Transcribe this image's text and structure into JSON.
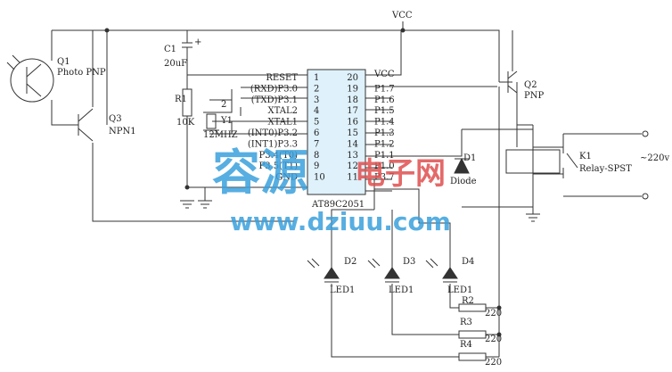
{
  "schematic": {
    "vcc": "VCC",
    "q1": {
      "ref": "Q1",
      "type": "Photo PNP"
    },
    "q2": {
      "ref": "Q2",
      "type": "PNP"
    },
    "q3": {
      "ref": "Q3",
      "type": "NPN1"
    },
    "c1": {
      "ref": "C1",
      "value": "20uF",
      "polarity": "+"
    },
    "r1": {
      "ref": "R1",
      "value": "10K"
    },
    "y1": {
      "ref": "Y1",
      "value": "12MHZ",
      "pin": "2"
    },
    "d1": {
      "ref": "D1",
      "type": "Diode"
    },
    "k1": {
      "ref": "K1",
      "type": "Relay-SPST",
      "supply": "~220v"
    },
    "leds": [
      {
        "ref": "D2",
        "type": "LED1"
      },
      {
        "ref": "D3",
        "type": "LED1"
      },
      {
        "ref": "D4",
        "type": "LED1"
      }
    ],
    "resistors": [
      {
        "ref": "R2",
        "value": "220"
      },
      {
        "ref": "R3",
        "value": "220"
      },
      {
        "ref": "R4",
        "value": "220"
      }
    ],
    "mcu": {
      "name": "AT89C2051",
      "left_pins": [
        {
          "num": "1",
          "label": "RESET"
        },
        {
          "num": "2",
          "label": "(RXD)P3.0"
        },
        {
          "num": "3",
          "label": "(TXD)P3.1"
        },
        {
          "num": "4",
          "label": "XTAL2"
        },
        {
          "num": "5",
          "label": "XTAL1"
        },
        {
          "num": "6",
          "label": "(INT0)P3.2"
        },
        {
          "num": "7",
          "label": "(INT1)P3.3"
        },
        {
          "num": "8",
          "label": "P3.4(T0)"
        },
        {
          "num": "9",
          "label": "P3.5(T1)"
        },
        {
          "num": "10",
          "label": "GND"
        }
      ],
      "right_pins": [
        {
          "num": "20",
          "label": "VCC"
        },
        {
          "num": "19",
          "label": "P1.7"
        },
        {
          "num": "18",
          "label": "P1.6"
        },
        {
          "num": "17",
          "label": "P1.5"
        },
        {
          "num": "16",
          "label": "P1.4"
        },
        {
          "num": "15",
          "label": "P1.3"
        },
        {
          "num": "14",
          "label": "P1.2"
        },
        {
          "num": "13",
          "label": "P1.1"
        },
        {
          "num": "12",
          "label": "P1.0"
        },
        {
          "num": "11",
          "label": "P3.7"
        }
      ]
    }
  },
  "watermark": {
    "cn_big": "容源",
    "cn_small": "电子网",
    "url": "www.dziuu.com"
  },
  "colors": {
    "wire": "#333333",
    "chip_fill": "#dff1fb",
    "watermark": "#3aa0dc",
    "watermark_red": "#e05050"
  }
}
